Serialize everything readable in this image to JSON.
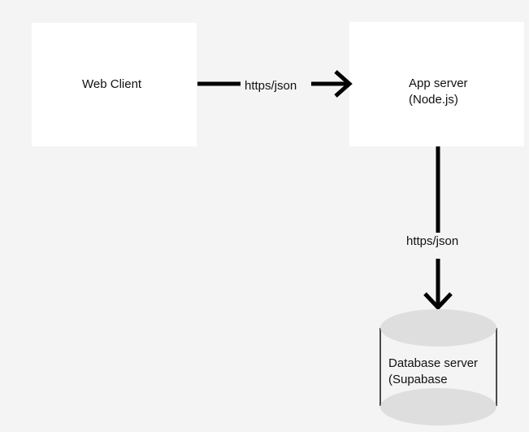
{
  "diagram": {
    "nodes": {
      "web_client": {
        "label": "Web Client"
      },
      "app_server": {
        "label": "App server\n(Node.js)"
      },
      "database": {
        "label": "Database server\n(Supabase"
      }
    },
    "edges": {
      "client_to_app": {
        "label": "https/json"
      },
      "app_to_db": {
        "label": "https/json"
      }
    }
  },
  "colors": {
    "background": "#f4f4f4",
    "box_fill": "#ffffff",
    "cylinder_fill": "#dedede",
    "stroke": "#000000"
  }
}
